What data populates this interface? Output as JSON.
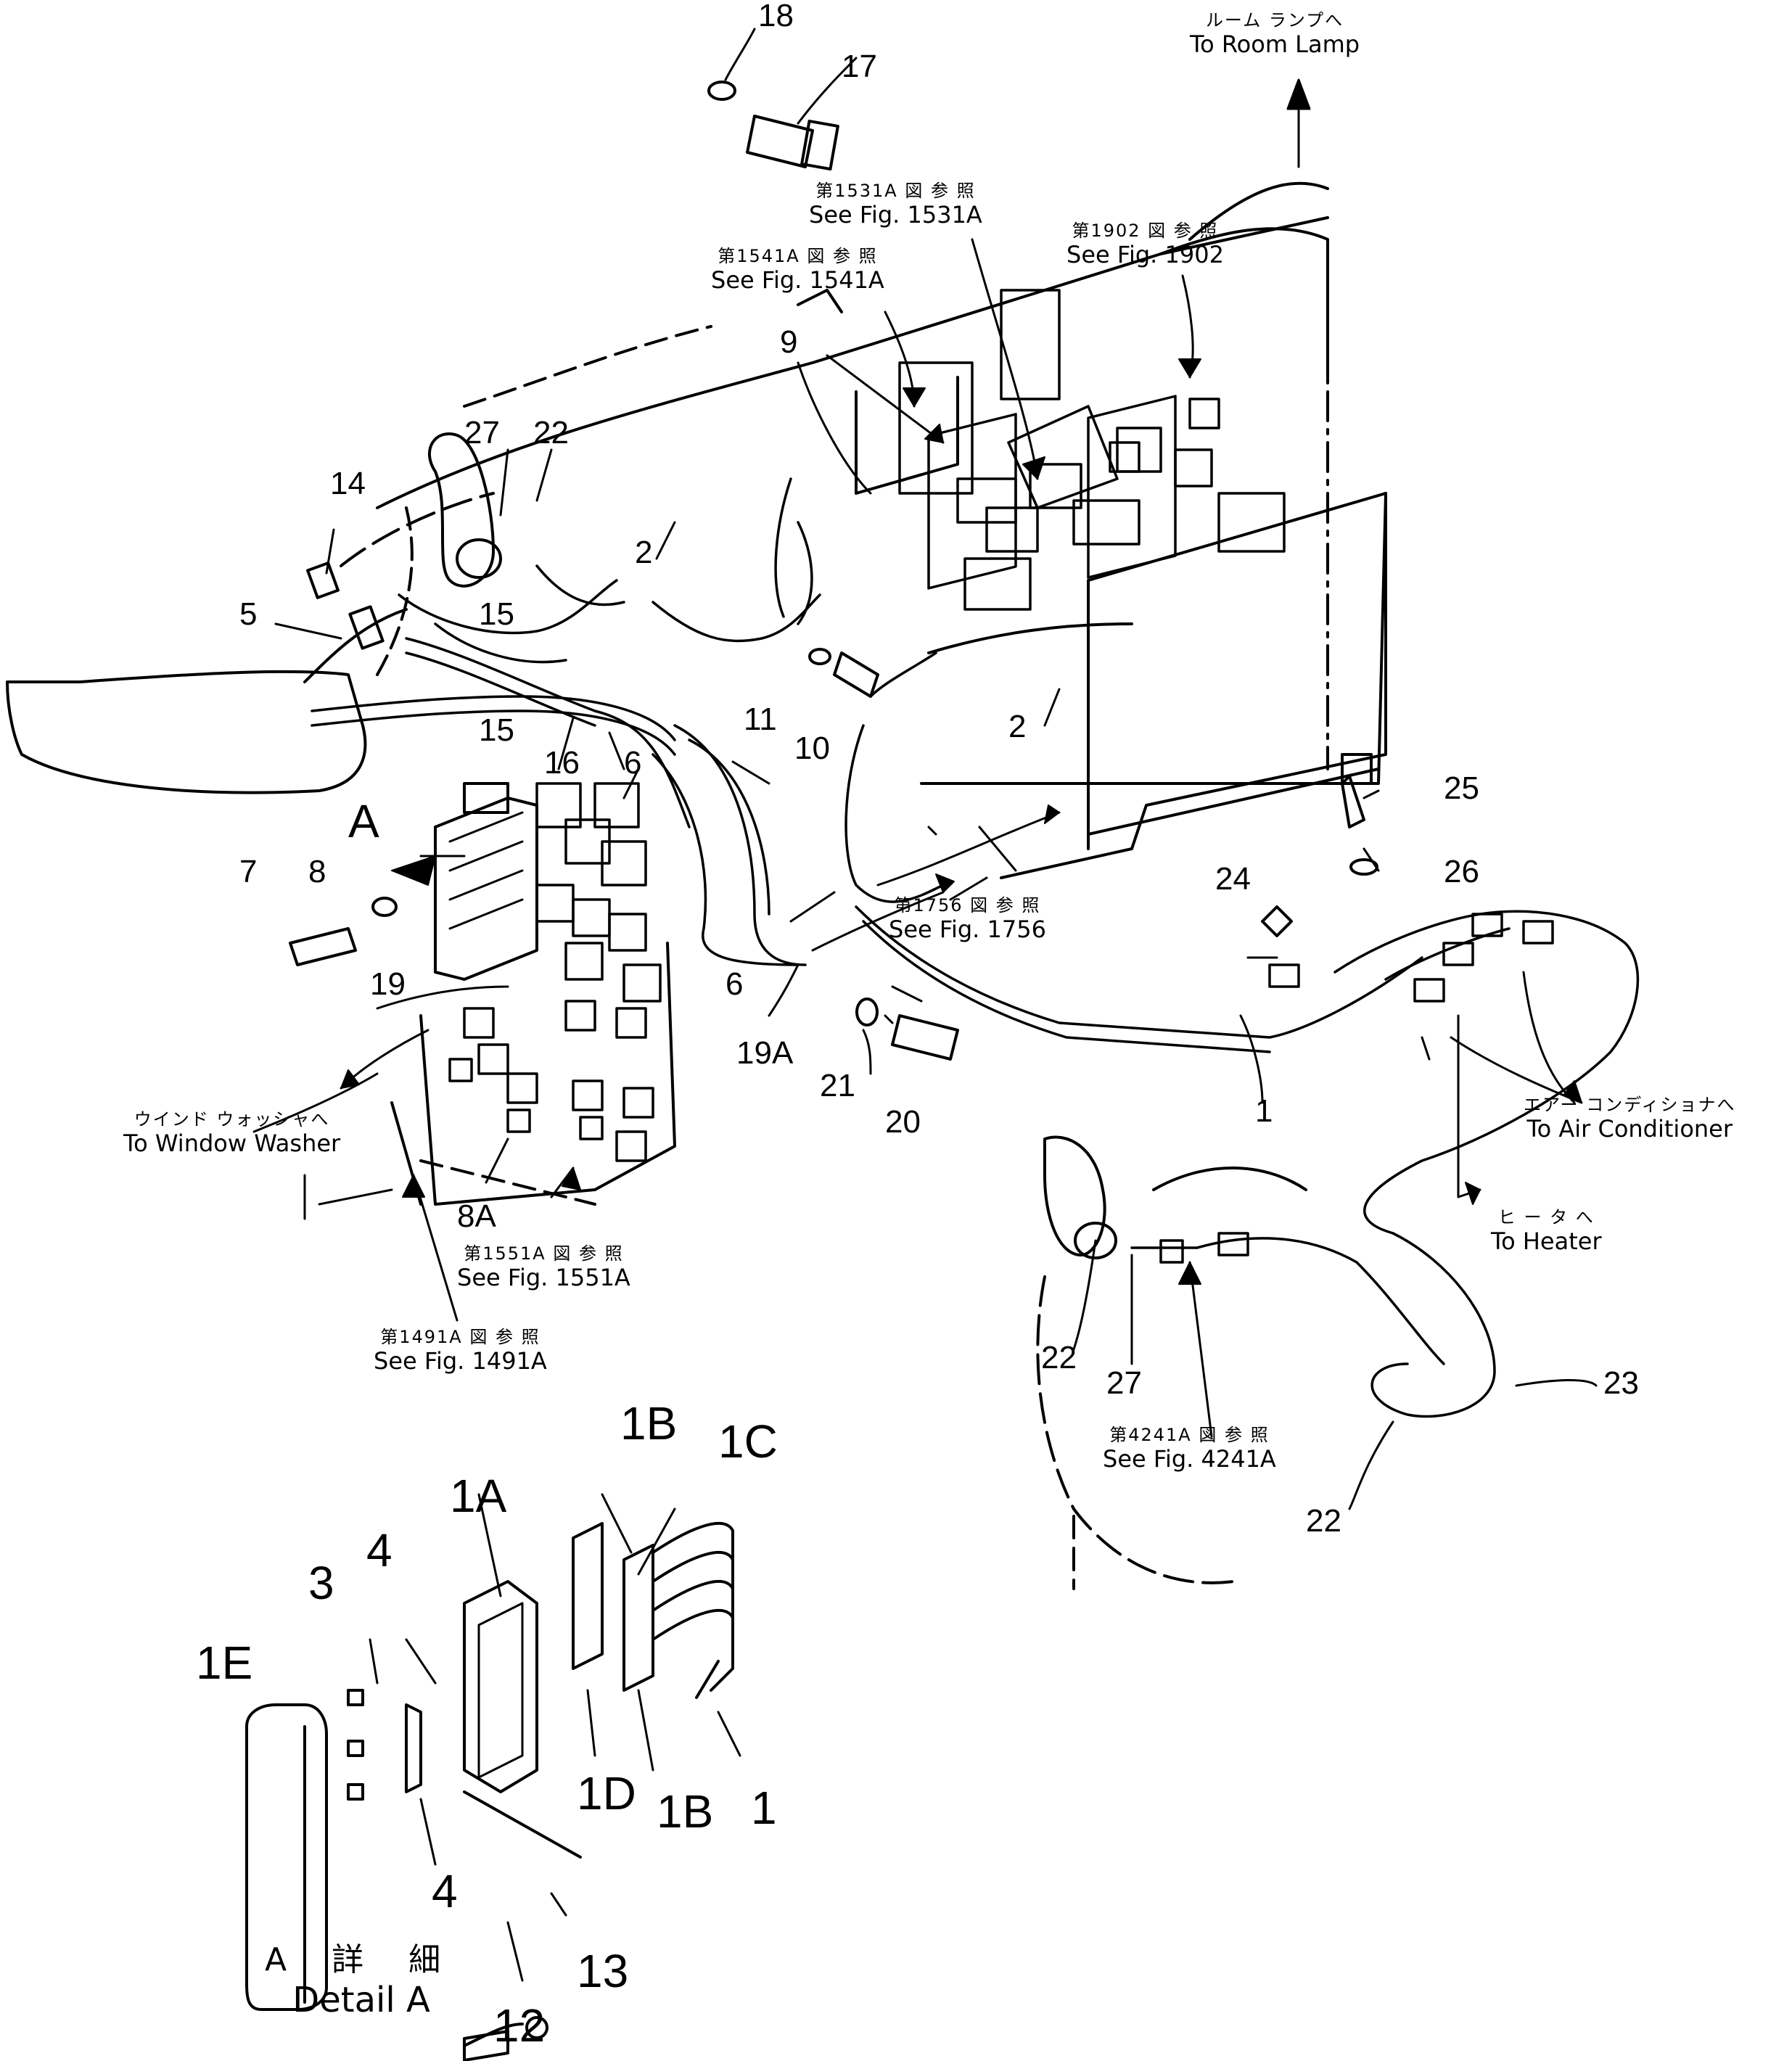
{
  "diagram": {
    "callouts": {
      "c18": "18",
      "c17": "17",
      "c27a": "27",
      "c22a": "22",
      "c14": "14",
      "c9": "9",
      "c2a": "2",
      "c5": "5",
      "c15a": "15",
      "c15b": "15",
      "c16": "16",
      "c11": "11",
      "c10": "10",
      "c2b": "2",
      "c6a": "6",
      "c6b": "6",
      "cA": "A",
      "c8": "8",
      "c7": "7",
      "c19": "19",
      "c19A": "19A",
      "c21": "21",
      "c20": "20",
      "c8A": "8A",
      "c25": "25",
      "c26": "26",
      "c24": "24",
      "c1a": "1",
      "c22b": "22",
      "c27b": "27",
      "c23": "23",
      "c22c": "22",
      "c1B1": "1B",
      "c1C": "1C",
      "c1A": "1A",
      "c1E": "1E",
      "c3": "3",
      "c4a": "4",
      "c4b": "4",
      "c1D": "1D",
      "c1B2": "1B",
      "c1b": "1",
      "c13": "13",
      "c12": "12"
    },
    "notes": {
      "room_lamp": {
        "jp": "ルーム ランプへ",
        "en": "To Room Lamp"
      },
      "fig1531": {
        "jp": "第1531A 図 参 照",
        "en": "See Fig. 1531A"
      },
      "fig1541": {
        "jp": "第1541A 図 参 照",
        "en": "See Fig. 1541A"
      },
      "fig1902": {
        "jp": "第1902 図 参 照",
        "en": "See Fig. 1902"
      },
      "fig1756": {
        "jp": "第1756 図 参 照",
        "en": "See Fig. 1756"
      },
      "window_washer": {
        "jp": "ウインド ウォッシャへ",
        "en": "To Window Washer"
      },
      "fig1551": {
        "jp": "第1551A 図 参 照",
        "en": "See Fig. 1551A"
      },
      "fig1491": {
        "jp": "第1491A 図 参 照",
        "en": "See Fig. 1491A"
      },
      "air_conditioner": {
        "jp": "エアー コンディショナへ",
        "en": "To Air Conditioner"
      },
      "heater": {
        "jp": "ヒ ー タ へ",
        "en": "To Heater"
      },
      "fig4241": {
        "jp": "第4241A 図 参 照",
        "en": "See Fig. 4241A"
      }
    },
    "detail_label": {
      "jp": "A 詳 細",
      "en": "Detail A"
    }
  }
}
